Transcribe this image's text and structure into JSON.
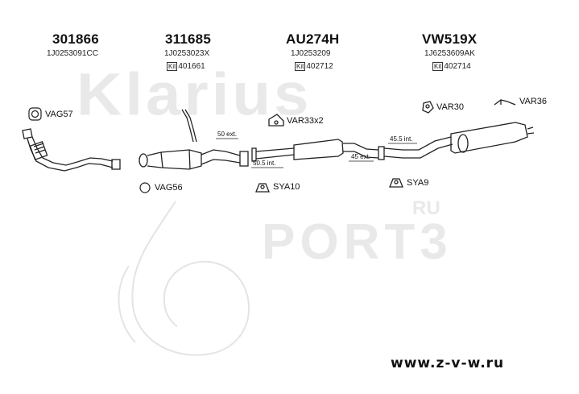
{
  "watermark": {
    "brand": "Klarius",
    "site": "PORT3",
    "site_suffix": "RU"
  },
  "header_parts": [
    {
      "part_no": "301866",
      "oem": "1J0253091CC",
      "kit": ""
    },
    {
      "part_no": "311685",
      "oem": "1J0253023X",
      "kit": "401661"
    },
    {
      "part_no": "AU274H",
      "oem": "1J0253209",
      "kit": "402712"
    },
    {
      "part_no": "VW519X",
      "oem": "1J6253609AK",
      "kit": "402714"
    }
  ],
  "kit_badge": "Kit",
  "components": {
    "vag57": "VAG57",
    "var33x2": "VAR33x2",
    "var30": "VAR30",
    "var36": "VAR36",
    "vag56": "VAG56",
    "sya10": "SYA10",
    "sya9": "SYA9"
  },
  "dimensions": {
    "d50_ext": "50 ext.",
    "d50_5_int": "50.5 int.",
    "d45_5_int": "45.5 int.",
    "d45_ext": "45 ext."
  },
  "footer": {
    "url": "www.z-v-w.ru"
  },
  "colors": {
    "line": "#222222",
    "watermark": "#e9e9e9"
  }
}
